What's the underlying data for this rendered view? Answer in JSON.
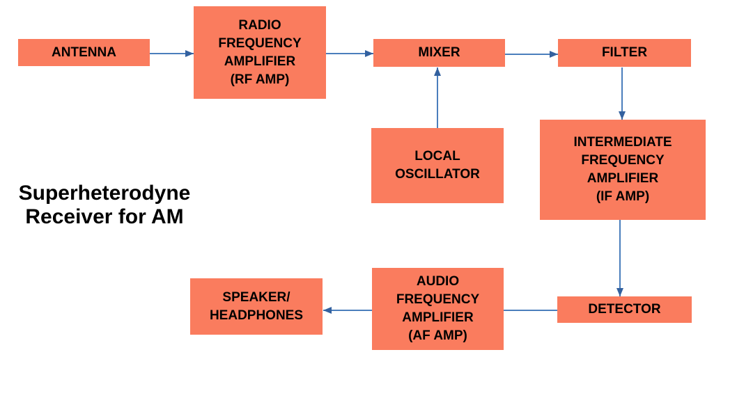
{
  "title": "Superheterodyne\nReceiver for AM",
  "colors": {
    "node-fill": "#fa7c5e",
    "arrow-line": "#4a7ebc",
    "arrow-head": "#33619f",
    "text": "#000000",
    "background": "#ffffff"
  },
  "nodes": {
    "antenna": {
      "label": "ANTENNA"
    },
    "rf_amp": {
      "label": "RADIO\nFREQUENCY\nAMPLIFIER\n(RF AMP)"
    },
    "mixer": {
      "label": "MIXER"
    },
    "filter": {
      "label": "FILTER"
    },
    "local_oscillator": {
      "label": "LOCAL\nOSCILLATOR"
    },
    "if_amp": {
      "label": "INTERMEDIATE\nFREQUENCY\nAMPLIFIER\n(IF AMP)"
    },
    "detector": {
      "label": "DETECTOR"
    },
    "af_amp": {
      "label": "AUDIO\nFREQUENCY\nAMPLIFIER\n(AF AMP)"
    },
    "speaker": {
      "label": "SPEAKER/\nHEADPHONES"
    }
  },
  "edges": [
    {
      "from": "antenna",
      "to": "rf_amp",
      "arrowhead": true
    },
    {
      "from": "rf_amp",
      "to": "mixer",
      "arrowhead": true
    },
    {
      "from": "mixer",
      "to": "filter",
      "arrowhead": true
    },
    {
      "from": "local_oscillator",
      "to": "mixer",
      "arrowhead": true
    },
    {
      "from": "filter",
      "to": "if_amp",
      "arrowhead": true
    },
    {
      "from": "if_amp",
      "to": "detector",
      "arrowhead": true
    },
    {
      "from": "detector",
      "to": "af_amp",
      "arrowhead": false
    },
    {
      "from": "af_amp",
      "to": "speaker",
      "arrowhead": true
    }
  ]
}
